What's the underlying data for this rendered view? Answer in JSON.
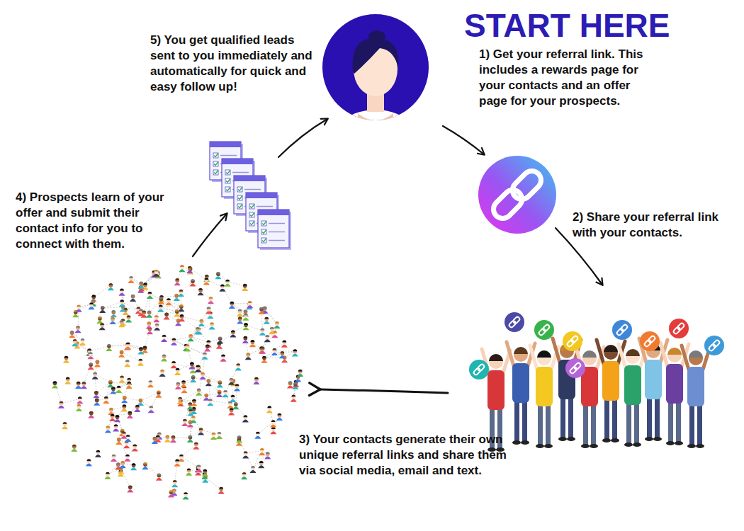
{
  "diagram": {
    "title": "START HERE",
    "labels": [
      "1) Get your referral link. This includes a rewards page for your contacts and an offer page for your prospects.",
      "2) Share your referral link with your contacts.",
      "3) Your contacts generate their own unique referral links and share them via social media, email and text.",
      "4) Prospects learn of your offer and submit their contact info for you to connect with them.",
      "5) You get qualified leads sent to you immediately and automatically for quick and easy follow up!"
    ]
  }
}
